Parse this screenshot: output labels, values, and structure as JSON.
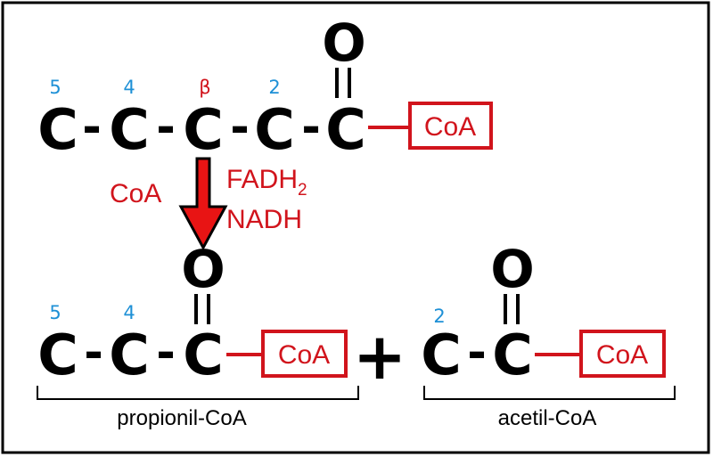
{
  "colors": {
    "border": "#000000",
    "coa_red": "#d1141c",
    "position_blue": "#1e90d6",
    "atom_black": "#000000"
  },
  "reactant": {
    "atoms": [
      "C",
      "C",
      "C",
      "C",
      "C"
    ],
    "bonds": [
      "-",
      "-",
      "-",
      "-"
    ],
    "carbonyl_oxygen": "O",
    "positions": [
      "5",
      "4",
      "β",
      "2"
    ],
    "coa_label": "CoA"
  },
  "reaction": {
    "input_label": "CoA",
    "cofactor_fad": "FADH",
    "cofactor_fad_subscript": "2",
    "cofactor_nad": "NADH"
  },
  "product_propionyl": {
    "atoms": [
      "C",
      "C",
      "C"
    ],
    "bonds": [
      "-",
      "-"
    ],
    "carbonyl_oxygen": "O",
    "positions": [
      "5",
      "4"
    ],
    "coa_label": "CoA",
    "name": "propionil-CoA"
  },
  "plus_sign": "+",
  "product_acetyl": {
    "atoms": [
      "C",
      "C"
    ],
    "bonds": [
      "-"
    ],
    "carbonyl_oxygen": "O",
    "positions": [
      "2"
    ],
    "coa_label": "CoA",
    "name": "acetil-CoA"
  }
}
